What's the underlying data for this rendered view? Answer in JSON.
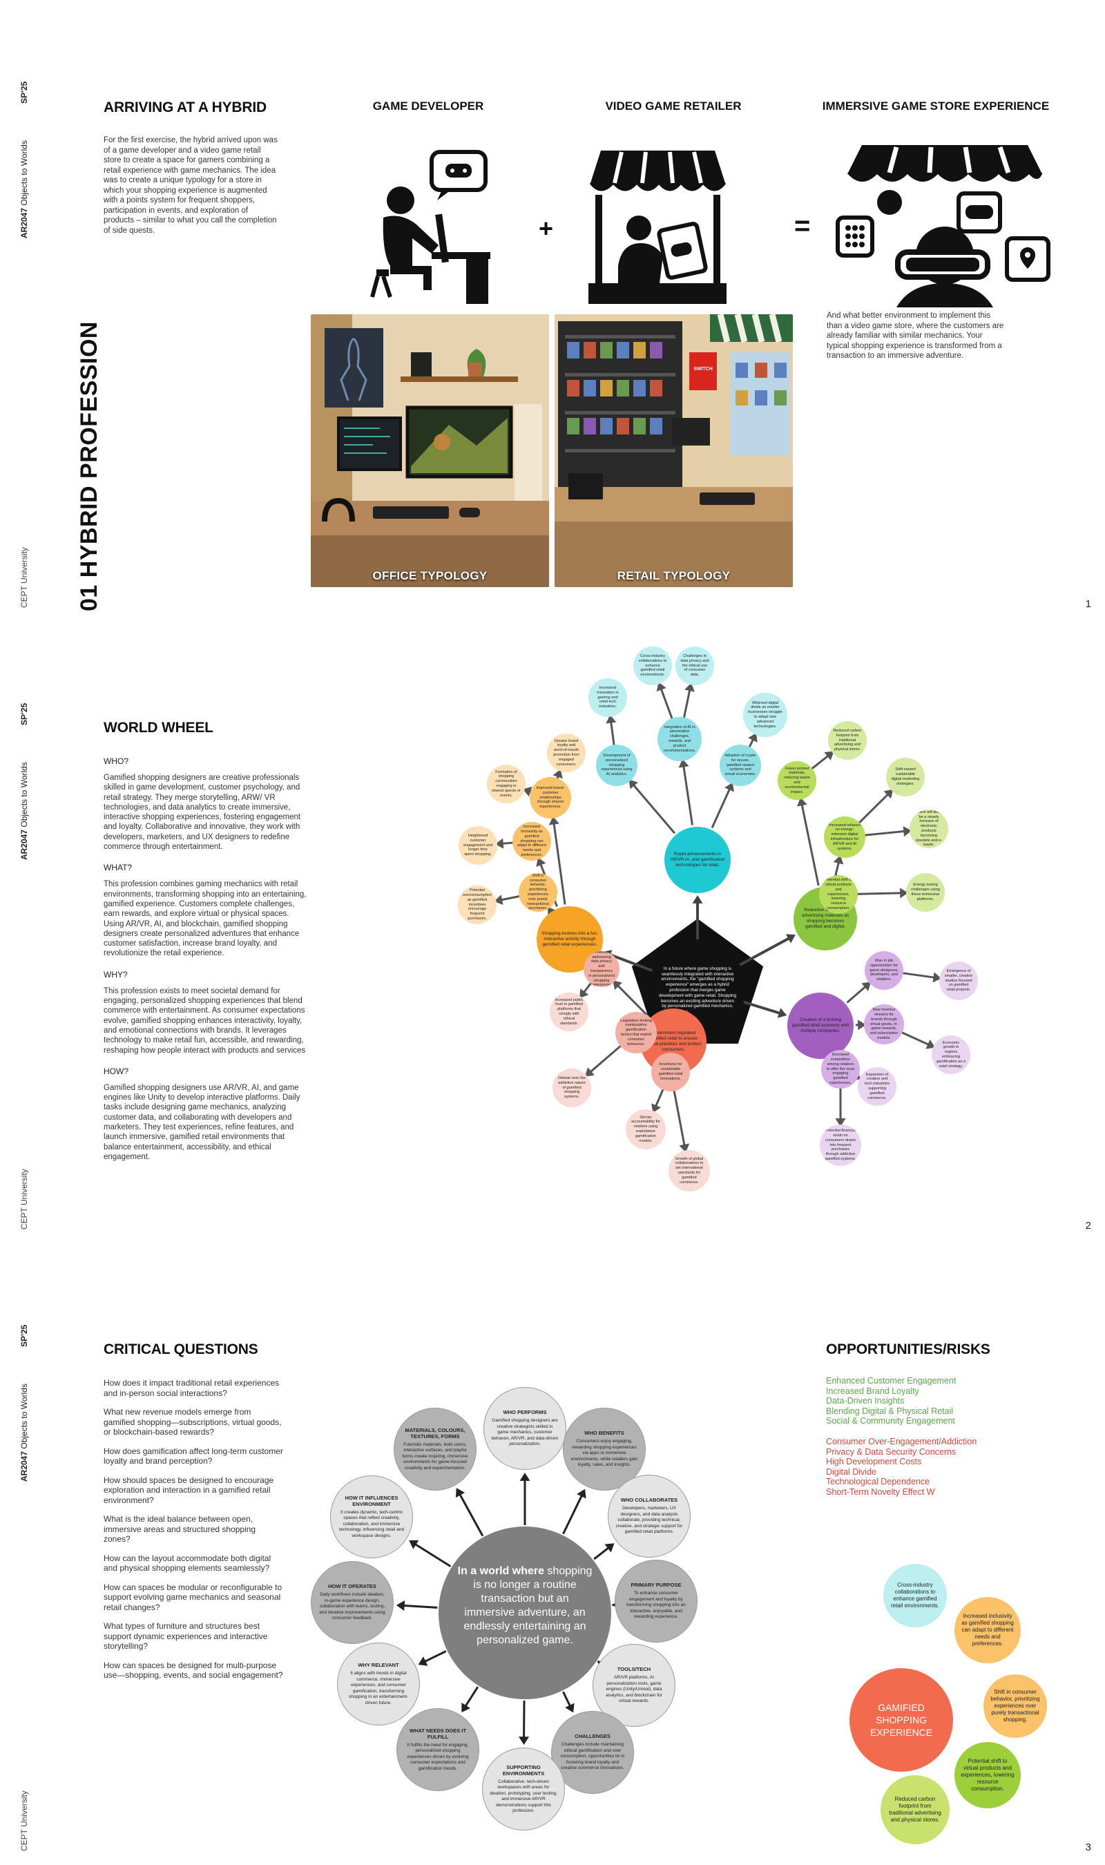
{
  "sidebar": {
    "term": "SP'25",
    "course_code": "AR2047",
    "course_name": "Objects to Worlds",
    "university": "CEPT University"
  },
  "page1": {
    "vertical_title": "01 HYBRID PROFESSION",
    "heading": "ARRIVING AT A HYBRID",
    "intro": "For the first exercise, the hybrid arrived upon was of a game developer and a video game retail store to create a space for gamers combining a retail experience with game mechanics. The idea was to create a unique typology for a store in which your shopping experience is augmented with a points system for frequent shoppers, participation in events, and exploration of products – similar to what you call the completion of side quests.",
    "col1": "GAME DEVELOPER",
    "col2": "VIDEO GAME RETAILER",
    "col3": "IMMERSIVE GAME STORE EXPERIENCE",
    "plus": "+",
    "equals": "=",
    "outro": "And what better environment to implement this than a video game store, where the customers are already familiar with similar mechanics. Your typical shopping experience is transformed from a transaction to an immersive adventure.",
    "photo1": "OFFICE TYPOLOGY",
    "photo2": "RETAIL TYPOLOGY",
    "store_sign": "SWITCH",
    "page_number": "1"
  },
  "page2": {
    "heading": "WORLD WHEEL",
    "sections": [
      {
        "q": "WHO?",
        "a": "Gamified shopping designers are creative professionals skilled in game development, customer psychology, and retail strategy. They merge storytelling, ARW/ VR technologies, and data analytics to create immersive, interactive shopping experiences, fostering engagement and loyalty. Collaborative and innovative, they work with developers, marketers, and UX designers to redefine commerce through entertainment."
      },
      {
        "q": "WHAT?",
        "a": "This profession combines gaming mechanics with retail environments, transforming shopping into an entertaining, gamified experience. Customers complete challenges, earn rewards, and explore virtual or physical spaces. Using AR/VR, AI, and blockchain, gamified shopping designers create personalized adventures that enhance customer satisfaction, increase brand loyalty, and revolutionize the retail experience."
      },
      {
        "q": "WHY?",
        "a": "This profession exists to meet societal demand for engaging, personalized shopping experiences that blend commerce with entertainment. As consumer expectations evolve, gamified shopping enhances interactivity, loyalty, and emotional connections with brands. It leverages technology to make retail fun, accessible, and rewarding, reshaping how people interact with products and services"
      },
      {
        "q": "HOW?",
        "a": "Gamified shopping designers use AR/VR, AI, and game engines like Unity to develop interactive platforms. Daily tasks include designing game mechanics, analyzing customer data, and collaborating with developers and marketers. They test experiences, refine features, and launch immersive, gamified retail environments that balance entertainment, accessibility, and ethical engagement."
      }
    ],
    "center": "In a future where game shopping is seamlessly integrated with interactive environments, the \"gamified shopping experience\" emerges as a hybrid profession that merges game development with game retail. Shopping becomes an exciting adventure driven by personalized gamified mechanics.",
    "hubs": [
      {
        "text": "Rapid advancements in AR/VR AI, and gamification technologies for retail.",
        "color": "#1fc9d3"
      },
      {
        "text": "Reduction in physical advertising materials as shopping becomes gamified and digital.",
        "color": "#8cc63f"
      },
      {
        "text": "Creation of a thriving gamified retail economy with multiple companies.",
        "color": "#a25fbf"
      },
      {
        "text": "Government regulated gamified retail to ensure ethical practices and protect consumers.",
        "color": "#f26b4e"
      },
      {
        "text": "Shopping evolves into a fun, interactive activity through gamified retail experiences.",
        "color": "#f7a325"
      }
    ],
    "nodes": [
      {
        "text": "Cross-industry collaborations to enhance gamified retail environments.",
        "color": "#bdeef0"
      },
      {
        "text": "Challenges in data privacy and the ethical use of consumer data.",
        "color": "#bdeef0"
      },
      {
        "text": "Increased innovation in gaming and retail tech industries.",
        "color": "#bdeef0"
      },
      {
        "text": "Integration of AI to personalize challenges, rewards, and product recommendations.",
        "color": "#8fe0e6"
      },
      {
        "text": "Widened digital divide as smaller businesses struggle to adapt new advanced technologies.",
        "color": "#bdeef0"
      },
      {
        "text": "Development of personalized shopping experiences using AI analytics.",
        "color": "#8fe0e6"
      },
      {
        "text": "Adoption of crypto for secure, gamified reward systems and virtual economies.",
        "color": "#8fe0e6"
      },
      {
        "text": "Reduced carbon footprint from traditional advertising and physical stores.",
        "color": "#d5ea9e"
      },
      {
        "text": "Fewer printed materials, reducing waste and environmental impact.",
        "color": "#b8dc5c"
      },
      {
        "text": "Shift toward sustainable digital marketing strategies.",
        "color": "#d5ea9e"
      },
      {
        "text": "Increased reliance on energy-intensive digital infrastructure for AR/VR and AI systems.",
        "color": "#b8dc5c"
      },
      {
        "text": "There will likely be a steady increase of electronic products becoming obsolete and e-waste.",
        "color": "#d5ea9e"
      },
      {
        "text": "Potential shift to virtual products and experiences, lowering resource consumption.",
        "color": "#b8dc5c"
      },
      {
        "text": "Energy saving challenges using these immersive platforms.",
        "color": "#d5ea9e"
      },
      {
        "text": "Rise in job opportunities for game designers, developers, and retailers.",
        "color": "#d6aee6"
      },
      {
        "text": "Emergence of smaller, creative studios focused on gamified retail projects.",
        "color": "#ead5f1"
      },
      {
        "text": "New revenue streams for brands through virtual goods, in-game rewards, and subscription models.",
        "color": "#d6aee6"
      },
      {
        "text": "Economic growth in regions embracing gamification as a retail strategy.",
        "color": "#ead5f1"
      },
      {
        "text": "Increased competition among retailers to offer the most engaging gamified experiences.",
        "color": "#d6aee6"
      },
      {
        "text": "Expansion of creative and tech industries supporting gamified commerce.",
        "color": "#ead5f1"
      },
      {
        "text": "Potential financial strain on consumers drawn into frequent purchases through addictive gamified systems.",
        "color": "#ead5f1"
      },
      {
        "text": "Policies addressing data privacy and transparency in personalized shopping experiences.",
        "color": "#f2b0a4"
      },
      {
        "text": "Increased public trust in gamified platforms that comply with ethical standards.",
        "color": "#f9dad4"
      },
      {
        "text": "Legislation limiting manipulative gamification tactics that exploit consumer behaviors.",
        "color": "#f2b0a4"
      },
      {
        "text": "Debate over the addictive nature of gamified shopping systems.",
        "color": "#f9dad4"
      },
      {
        "text": "Incentives for sustainable gamified retail innovations.",
        "color": "#f2b0a4"
      },
      {
        "text": "Stricter accountability for retailers using exploitative gamification models.",
        "color": "#f9dad4"
      },
      {
        "text": "Growth of global collaborations to set international standards for gamified commerce.",
        "color": "#f9dad4"
      },
      {
        "text": "Greater brand loyalty and word-of-mouth promotion from engaged consumers.",
        "color": "#fde0b5"
      },
      {
        "text": "Improved brand-customer relationships through shared experiences.",
        "color": "#fbc26a"
      },
      {
        "text": "Formation of shopping communities engaging in shared quests or events.",
        "color": "#fde0b5"
      },
      {
        "text": "Increased inclusivity as gamified shopping can adapt to different needs and preferences.",
        "color": "#fbc26a"
      },
      {
        "text": "Heightened customer engagement and longer time spent shopping.",
        "color": "#fde0b5"
      },
      {
        "text": "Shift in consumer behavior, prioritizing experiences over purely transactional purchases.",
        "color": "#fbc26a"
      },
      {
        "text": "Potential overconsumption as gamified incentives encourage frequent purchases.",
        "color": "#fde0b5"
      }
    ],
    "page_number": "2"
  },
  "page3": {
    "heading_left": "CRITICAL QUESTIONS",
    "questions": [
      "How does it impact traditional retail experiences and in-person social interactions?",
      "What new revenue models emerge from gamified shopping—subscriptions, virtual goods, or blockchain-based rewards?",
      "How does gamification affect long-term customer loyalty and brand perception?",
      "How should spaces be designed to encourage exploration and interaction in a gamified retail environment?",
      "What is the ideal balance between open, immersive areas and structured shopping zones?",
      "How can the layout accommodate both digital and physical shopping elements seamlessly?",
      "How can spaces be modular or reconfigurable to support evolving game mechanics and seasonal retail changes?",
      "What types of furniture and structures best support dynamic experiences and interactive storytelling?",
      "How can spaces be designed for multi-purpose use—shopping, events, and social engagement?"
    ],
    "center_bold": "In a world where",
    "center_rest": " shopping is no longer a routine transaction but an immersive adventure, an endlessly entertaining an personalized game.",
    "petals": [
      {
        "title": "WHO PERFORMS",
        "desc": "Gamified shopping designers are creative strategists skilled in game mechanics, customer behavior, AR/VR, and data-driven personalization.",
        "color": "#e4e4e4"
      },
      {
        "title": "WHO BENEFITS",
        "desc": "Consumers enjoy engaging, rewarding shopping experiences via apps or immersive environments, while retailers gain loyalty, sales, and insights.",
        "color": "#b2b2b2"
      },
      {
        "title": "WHO COLLABORATES",
        "desc": "Developers, marketers, UX designers, and data analysts collaborate, providing technical, creative, and strategic support for gamified retail platforms.",
        "color": "#e4e4e4"
      },
      {
        "title": "PRIMARY PURPOSE",
        "desc": "To enhance consumer engagement and loyalty by transforming shopping into an interactive, enjoyable, and rewarding experience.",
        "color": "#b2b2b2"
      },
      {
        "title": "TOOLS/TECH",
        "desc": "AR/VR platforms, AI personalization tools, game engines (Unity/Unreal), data analytics, and blockchain for virtual rewards.",
        "color": "#e4e4e4"
      },
      {
        "title": "CHALLENGES",
        "desc": "Challenges include maintaining ethical gamification and over consumption; opportunities lie in fostering brand loyalty and creative commerce innovations.",
        "color": "#b2b2b2"
      },
      {
        "title": "SUPPORTING ENVIRONMENTS",
        "desc": "Collaborative, tech-driven workspaces with areas for ideation, prototyping, user testing, and immersive AR/VR demonstrations support this profession.",
        "color": "#e4e4e4"
      },
      {
        "title": "WHAT NEEDS DOES IT FULFILL",
        "desc": "It fulfills the need for engaging, personalized shopping experiences driven by evolving consumer expectations and gamification trends.",
        "color": "#b2b2b2"
      },
      {
        "title": "WHY RELEVANT",
        "desc": "It aligns with trends in digital commerce, immersive experiences, and consumer gamification, transforming shopping in an entertainment-driven future.",
        "color": "#e4e4e4"
      },
      {
        "title": "HOW IT OPERATES",
        "desc": "Daily workflows include ideation, in-game experience design, collaboration with teams, testing, and iterative improvements using consumer feedback.",
        "color": "#b2b2b2"
      },
      {
        "title": "HOW IT INFLUENCES ENVIRONMENT",
        "desc": "It creates dynamic, tech-centric spaces that reflect creativity, collaboration, and immersive technology, influencing retail and workspace designs.",
        "color": "#e4e4e4"
      },
      {
        "title": "MATERIALS, COLOURS, TEXTURES, FORMS",
        "desc": "Futuristic materials, bold colors, interactive surfaces, and playful forms create inspiring, immersive environments for game-focused creativity and experimentation.",
        "color": "#b2b2b2"
      }
    ],
    "heading_right": "OPPORTUNITIES/RISKS",
    "opportunities": [
      "Enhanced Customer Engagement",
      "Increased Brand Loyalty",
      "Data-Driven Insights",
      "Blending Digital & Physical Retail",
      "Social & Community Engagement"
    ],
    "risks": [
      "Consumer Over-Engagement/Addiction",
      "Privacy & Data Security Concerns",
      "High Development Costs",
      "Digital Divide",
      "Technological Dependence",
      "Short-Term Novelty Effect  W"
    ],
    "cluster_center": "GAMIFIED SHOPPING EXPERIENCE",
    "cluster": [
      {
        "text": "Cross-industry collaborations to enhance gamified retail environments.",
        "color": "#bdeef0"
      },
      {
        "text": "Increased inclusivity as gamified shopping can adapt to different needs and preferences.",
        "color": "#fbc26a"
      },
      {
        "text": "Shift in consumer behavior, prioritizing experiences over purely transactional shopping.",
        "color": "#fbc26a"
      },
      {
        "text": "Potential shift to virtual products and experiences, lowering resource consumption.",
        "color": "#9ccf3a"
      },
      {
        "text": "Reduced carbon footprint from traditional advertising and physical stores.",
        "color": "#c9e26d"
      }
    ],
    "colors": {
      "opportunity": "#5aa84a",
      "risk": "#d9463b",
      "center": "#f26b4e"
    },
    "page_number": "3"
  }
}
